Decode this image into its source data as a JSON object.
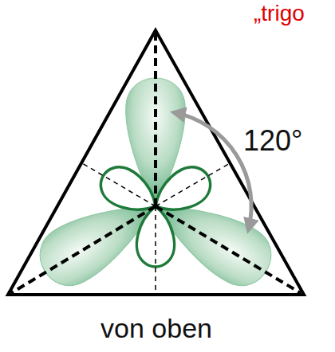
{
  "diagram": {
    "labels": [
      "„trigo",
      "120°",
      "von oben"
    ]
  }
}
